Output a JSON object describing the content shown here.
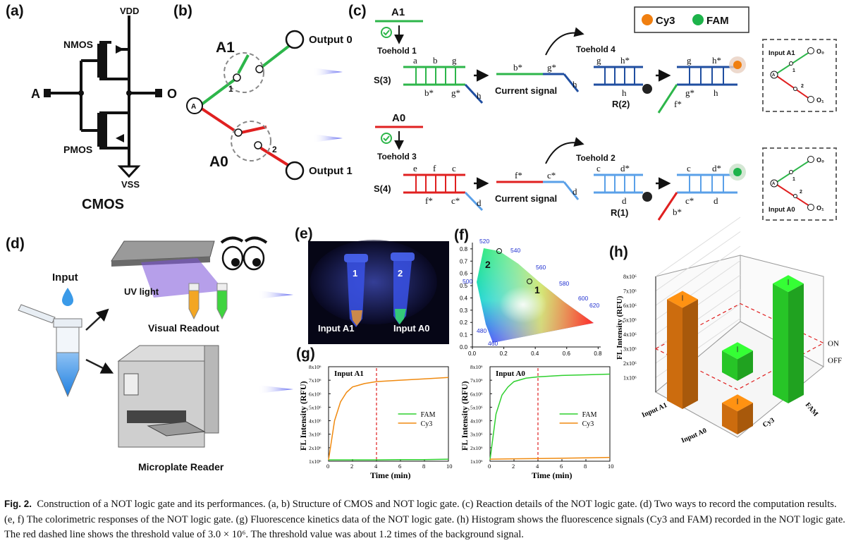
{
  "panels": {
    "a": "(a)",
    "b": "(b)",
    "c": "(c)",
    "d": "(d)",
    "e": "(e)",
    "f": "(f)",
    "g": "(g)",
    "h": "(h)"
  },
  "cmos": {
    "vdd": "VDD",
    "vss": "VSS",
    "nmos": "NMOS",
    "pmos": "PMOS",
    "input": "A",
    "output": "O",
    "title": "CMOS"
  },
  "switch": {
    "input": "A",
    "a1": "A1",
    "a0": "A0",
    "output0": "Output 0",
    "output1": "Output 1",
    "n1": "1",
    "n2": "2"
  },
  "reaction": {
    "legend": {
      "cy3": "Cy3",
      "fam": "FAM",
      "cy3_color": "#f07f10",
      "fam_color": "#1db34a"
    },
    "a1": "A1",
    "a0": "A0",
    "toehold1": "Toehold 1",
    "toehold2": "Toehold 2",
    "toehold3": "Toehold 3",
    "toehold4": "Toehold 4",
    "s3": "S(3)",
    "s4": "S(4)",
    "r2": "R(2)",
    "r1": "R(1)",
    "current_signal": "Current signal",
    "a": "a",
    "b": "b",
    "g": "g",
    "h": "h",
    "bs": "b*",
    "gs": "g*",
    "hs": "h*",
    "fs": "f*",
    "e": "e",
    "f": "f",
    "c": "c",
    "d": "d",
    "cs": "c*",
    "ds": "d*",
    "inset_a1": "Input A1",
    "inset_a0": "Input A0",
    "o0": "O₀",
    "o1": "O₁",
    "n1": "1",
    "n2": "2",
    "A": "A"
  },
  "readout": {
    "input": "Input",
    "uv": "UV light",
    "visual": "Visual Readout",
    "reader": "Microplate Reader"
  },
  "photo": {
    "tube1": "1",
    "tube2": "2",
    "label_a1": "Input A1",
    "label_a0": "Input A0"
  },
  "cie": {
    "x_ticks": [
      "0.0",
      "0.2",
      "0.4",
      "0.6",
      "0.8"
    ],
    "y_ticks": [
      "0.0",
      "0.1",
      "0.2",
      "0.3",
      "0.4",
      "0.5",
      "0.6",
      "0.7",
      "0.8"
    ],
    "wavelengths": [
      "460",
      "480",
      "500",
      "520",
      "540",
      "560",
      "580",
      "600",
      "620"
    ],
    "point1": "1",
    "point2": "2"
  },
  "kinetics": {
    "ylabel": "FL Intensity (RFU)",
    "xlabel": "Time (min)",
    "y_ticks": [
      "1x10⁶",
      "2x10⁶",
      "3x10⁶",
      "4x10⁶",
      "5x10⁶",
      "6x10⁶",
      "7x10⁶",
      "8x10⁶"
    ],
    "x_ticks": [
      "0",
      "2",
      "4",
      "6",
      "8",
      "10"
    ]
  },
  "chart_data": [
    {
      "type": "line",
      "title": "Input A1",
      "xlabel": "Time (min)",
      "ylabel": "FL Intensity (RFU)",
      "xlim": [
        0,
        10
      ],
      "ylim": [
        1000000,
        8000000
      ],
      "threshold_time": 4,
      "series": [
        {
          "name": "FAM",
          "color": "#2fd02f",
          "x": [
            0,
            2,
            4,
            6,
            8,
            10
          ],
          "values": [
            1100000,
            1100000,
            1100000,
            1120000,
            1120000,
            1150000
          ]
        },
        {
          "name": "Cy3",
          "color": "#f08a10",
          "x": [
            0,
            0.5,
            1,
            1.5,
            2,
            3,
            4,
            6,
            8,
            10
          ],
          "values": [
            1100000,
            4000000,
            5400000,
            6100000,
            6500000,
            6750000,
            6900000,
            7000000,
            7100000,
            7200000
          ]
        }
      ]
    },
    {
      "type": "line",
      "title": "Input A0",
      "xlabel": "Time (min)",
      "ylabel": "FL Intensity (RFU)",
      "xlim": [
        0,
        10
      ],
      "ylim": [
        1000000,
        8000000
      ],
      "threshold_time": 4,
      "series": [
        {
          "name": "FAM",
          "color": "#2fd02f",
          "x": [
            0,
            0.5,
            1,
            1.5,
            2,
            3,
            4,
            6,
            8,
            10
          ],
          "values": [
            1100000,
            4500000,
            5900000,
            6500000,
            6900000,
            7150000,
            7250000,
            7350000,
            7400000,
            7450000
          ]
        },
        {
          "name": "Cy3",
          "color": "#f08a10",
          "x": [
            0,
            2,
            4,
            6,
            8,
            10
          ],
          "values": [
            1150000,
            1180000,
            1200000,
            1220000,
            1250000,
            1280000
          ]
        }
      ]
    },
    {
      "type": "bar",
      "title": "",
      "ylabel": "FL Intensity (RFU)",
      "y_ticks": [
        "1x10⁶",
        "2x10⁶",
        "3x10⁶",
        "4x10⁶",
        "5x10⁶",
        "6x10⁶",
        "7x10⁶",
        "8x10⁶"
      ],
      "ylim": [
        0,
        8000000
      ],
      "threshold": 3000000,
      "threshold_labels": [
        "ON",
        "OFF"
      ],
      "categories": [
        "Input A1",
        "Input A0"
      ],
      "series": [
        {
          "name": "Cy3",
          "color": "#f07f10",
          "values": [
            7000000,
            1600000
          ]
        },
        {
          "name": "FAM",
          "color": "#2ee82e",
          "values": [
            1500000,
            7700000
          ]
        }
      ]
    }
  ],
  "caption": {
    "label": "Fig. 2.",
    "text": "Construction of a NOT logic gate and its performances. (a, b) Structure of CMOS and NOT logic gate. (c) Reaction details of the NOT logic gate. (d) Two ways to record the computation results. (e, f) The colorimetric responses of the NOT logic gate. (g) Fluorescence kinetics data of the NOT logic gate. (h) Histogram shows the fluorescence signals (Cy3 and FAM) recorded in the NOT logic gate. The red dashed line shows the threshold value of 3.0 × 10⁶. The threshold value was about 1.2 times of the background signal."
  }
}
